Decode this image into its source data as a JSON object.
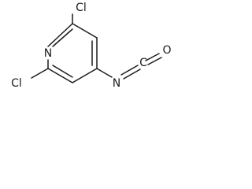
{
  "molecule": {
    "atoms": {
      "cl_top": "Cl",
      "cl_bottom": "Cl",
      "n_ring": "N",
      "n_iso": "N",
      "c_iso": "C",
      "o_iso": "O"
    }
  },
  "colors": {
    "bond": "#1a1a1a",
    "text": "#1a1a1a",
    "background": "#ffffff"
  }
}
